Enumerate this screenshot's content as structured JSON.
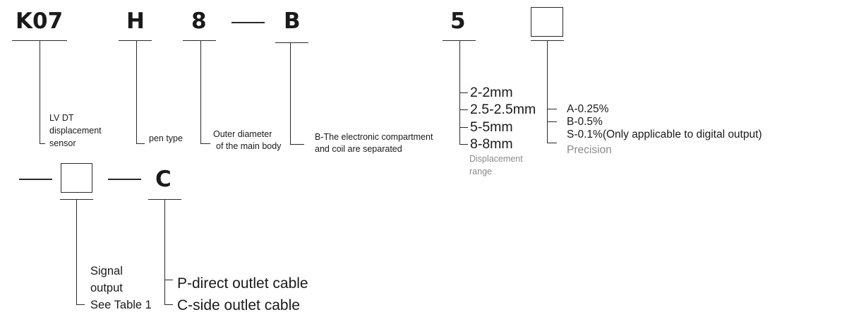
{
  "codes": {
    "model": "K07",
    "type": "H",
    "diameter": "8",
    "structure": "B",
    "range": "5",
    "cable": "C"
  },
  "descriptions": {
    "model": [
      "LV DT",
      "displacement",
      "sensor"
    ],
    "type": "pen type",
    "diameter": [
      "Outer diameter",
      "of the main body"
    ],
    "structure": [
      "B-The electronic compartment",
      "and coil are separated"
    ],
    "range_options": [
      "2-2mm",
      "2.5-2.5mm",
      "5-5mm",
      "8-8mm"
    ],
    "range_label": [
      "Displacement",
      "range"
    ],
    "precision_options": [
      "A-0.25%",
      "B-0.5%",
      "S-0.1%(Only applicable to digital output)"
    ],
    "precision_label": "Precision",
    "signal": [
      "Signal",
      "output",
      "See Table 1"
    ],
    "cable_options": [
      "P-direct outlet cable",
      "C-side outlet cable"
    ]
  },
  "colors": {
    "text": "#1a1a1a",
    "line": "#2a2a2a",
    "muted": "#8a8a8a"
  }
}
